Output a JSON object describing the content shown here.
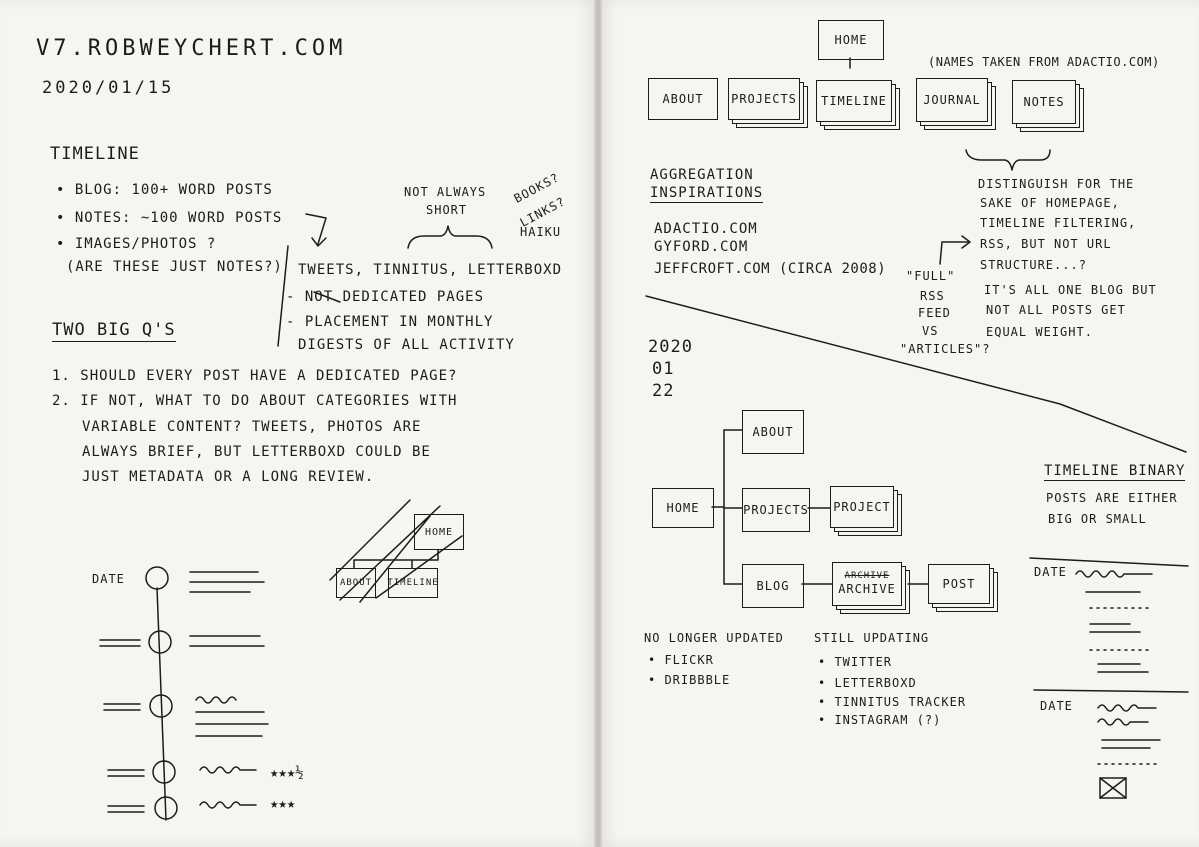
{
  "left": {
    "title": "v7.robweychert.com",
    "date": "2020/01/15",
    "timeline_heading": "Timeline",
    "bullets": [
      "• Blog: 100+ word posts",
      "• Notes: ~100 word posts",
      "• Images/photos ?",
      "(are these just notes?)"
    ],
    "not_always_short_1": "not always",
    "not_always_short_2": "short",
    "books_1": "Books?",
    "books_2": "Links?",
    "books_3": "Haiku",
    "tweets_line": "Tweets, Tinnitus, Letterboxd",
    "sub1": "- not dedicated pages",
    "sub2": "- placement in monthly",
    "sub3": "digests of all activity",
    "two_big_qs": "Two Big Q's",
    "q1": "1. Should every post have a dedicated page?",
    "q2a": "2. If not, what to do about categories with",
    "q2b": "variable content? Tweets, photos are",
    "q2c": "always brief, but Letterboxd could be",
    "q2d": "just metadata or a long review.",
    "sketch_date": "Date",
    "stars_half": "★★★½",
    "stars_three": "★★★",
    "mini_home": "Home",
    "mini_about": "About",
    "mini_timeline": "Timeline"
  },
  "right": {
    "nav_home": "Home",
    "nav_about": "About",
    "nav_projects": "Projects",
    "nav_timeline": "Timeline",
    "nav_journal": "Journal",
    "nav_notes": "Notes",
    "names_note": "(names taken from adactio.com)",
    "agg_heading_1": "Aggregation",
    "agg_heading_2": "Inspirations",
    "agg_sites": [
      "adactio.com",
      "gyford.com",
      "jeffcroft.com (circa 2008)"
    ],
    "distinguish": [
      "Distinguish for the",
      "sake of homepage,",
      "timeline filtering,",
      "RSS, but not URL",
      "structure...?"
    ],
    "one_blog": [
      "It's all one blog but",
      "not all posts get",
      "equal weight."
    ],
    "full_rss": [
      "\"Full\"",
      "RSS",
      "feed",
      "vs",
      "\"Articles\"?"
    ],
    "date2": [
      "2020",
      "01",
      "22"
    ],
    "tree_home": "Home",
    "tree_about": "About",
    "tree_projects": "Projects",
    "tree_project": "Project",
    "tree_blog": "Blog",
    "tree_archive_struck": "Archive",
    "tree_archive": "Archive",
    "tree_post": "Post",
    "binary_heading": "Timeline Binary",
    "binary_text_1": "Posts are either",
    "binary_text_2": "big or small",
    "binary_date_1": "Date",
    "binary_date_2": "Date",
    "no_longer_heading": "No longer updated",
    "no_longer": [
      "• Flickr",
      "• Dribbble"
    ],
    "still_heading": "Still updating",
    "still": [
      "• Twitter",
      "• Letterboxd",
      "• Tinnitus Tracker",
      "• Instagram (?)"
    ]
  }
}
